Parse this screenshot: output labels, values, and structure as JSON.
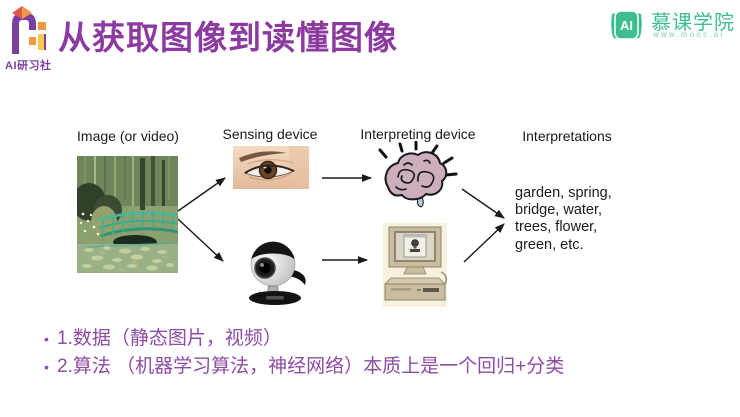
{
  "header": {
    "brand": {
      "logo_icon": "ai-yanxishe-logo",
      "text": "AI研习社"
    },
    "title": "从获取图像到读懂图像",
    "mooc": {
      "icon_text": "AI",
      "name": "慕课学院",
      "url": "www.mooc.ai"
    }
  },
  "colors": {
    "title_purple": "#8C39A0",
    "bullet_purple": "#8E4CA6",
    "brand_purple": "#7B3FA0",
    "mooc_green": "#3DBE8F",
    "bridge_teal": "#3FAE93"
  },
  "diagram": {
    "labels": {
      "image": "Image (or video)",
      "sensing": "Sensing device",
      "interpreting": "Interpreting device",
      "interpretations": "Interpretations"
    },
    "icons": {
      "photo": "monet-garden-photo",
      "sensing_top": "human-eye-icon",
      "sensing_bottom": "webcam-icon",
      "interpreting_top": "brain-icon",
      "interpreting_bottom": "desktop-computer-icon"
    },
    "interpretations": {
      "lines": [
        "garden, spring,",
        "bridge, water,",
        "trees, flower,",
        "green, etc."
      ]
    }
  },
  "bullets": {
    "glyph": "•",
    "items": [
      "1.数据（静态图片，视频）",
      "2.算法 （机器学习算法，神经网络）本质上是一个回归+分类"
    ]
  }
}
